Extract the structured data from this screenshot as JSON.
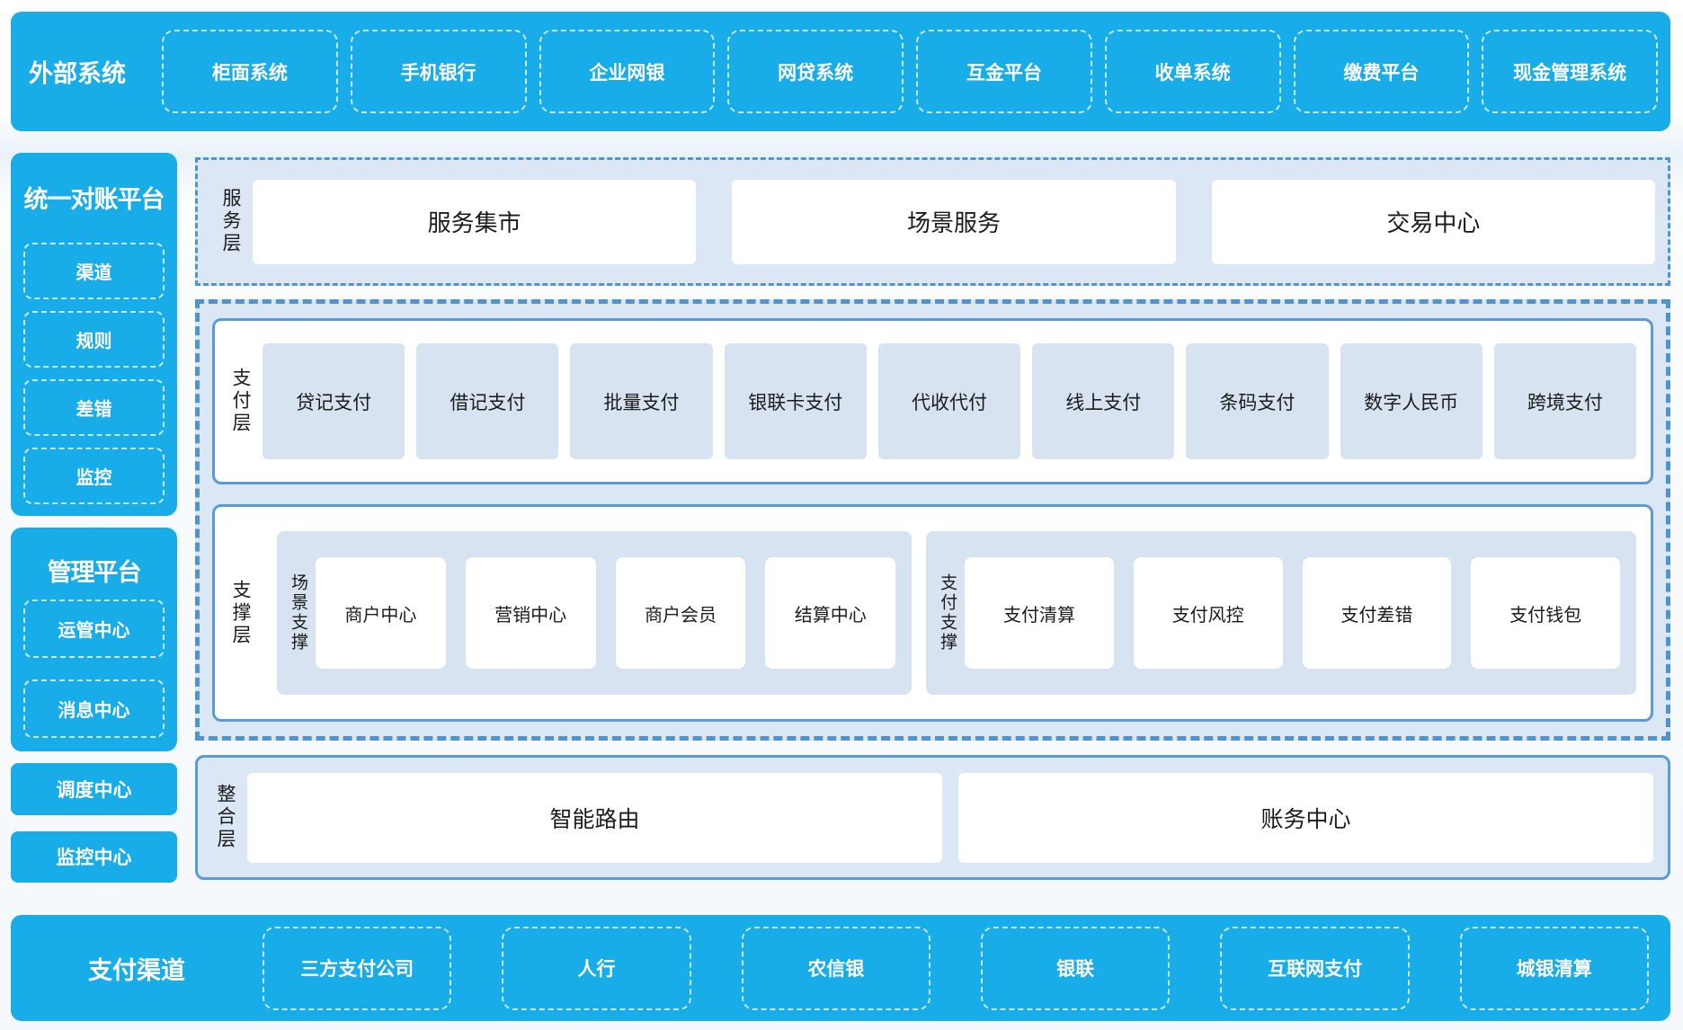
{
  "colors": {
    "accent": "#18ACE9",
    "panel_bg": "#DCE7F5",
    "tint_box": "#D8E3F2",
    "solid_border": "#5B9BD5",
    "dashed_border": "#4F93D2"
  },
  "top_bar": {
    "title": "外部系统",
    "items": [
      "柜面系统",
      "手机银行",
      "企业网银",
      "网贷系统",
      "互金平台",
      "收单系统",
      "缴费平台",
      "现金管理系统"
    ]
  },
  "sidebar": {
    "groups": [
      {
        "title": "统一对账平台",
        "items": [
          "渠道",
          "规则",
          "差错",
          "监控"
        ]
      },
      {
        "title": "管理平台",
        "items": [
          "运管中心",
          "消息中心"
        ]
      }
    ],
    "solo_items": [
      "调度中心",
      "监控中心"
    ]
  },
  "layers": {
    "service": {
      "label": "服务层",
      "items": [
        "服务集市",
        "场景服务",
        "交易中心"
      ]
    },
    "payment": {
      "label": "支付层",
      "items": [
        "贷记支付",
        "借记支付",
        "批量支付",
        "银联卡支付",
        "代收代付",
        "线上支付",
        "条码支付",
        "数字人民币",
        "跨境支付"
      ]
    },
    "support": {
      "label": "支撑层",
      "groups": [
        {
          "label": "场景支撑",
          "items": [
            "商户中心",
            "营销中心",
            "商户会员",
            "结算中心"
          ]
        },
        {
          "label": "支付支撑",
          "items": [
            "支付清算",
            "支付风控",
            "支付差错",
            "支付钱包"
          ]
        }
      ]
    },
    "integration": {
      "label": "整合层",
      "items": [
        "智能路由",
        "账务中心"
      ]
    }
  },
  "bottom_bar": {
    "title": "支付渠道",
    "items": [
      "三方支付公司",
      "人行",
      "农信银",
      "银联",
      "互联网支付",
      "城银清算"
    ]
  }
}
